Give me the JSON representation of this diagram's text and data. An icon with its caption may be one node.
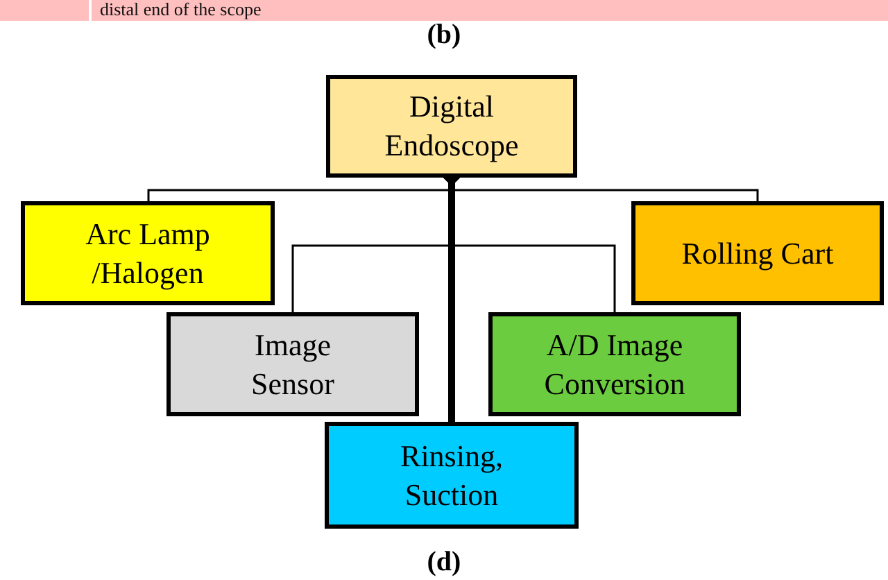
{
  "diagram": {
    "nodes": [
      {
        "text": [
          "Digital Endoscope"
        ]
      },
      {
        "text": [
          "Arc Lamp /Halogen"
        ]
      },
      {
        "text": [
          "Rolling Cart"
        ]
      },
      {
        "text": [
          "Image Sensor"
        ]
      },
      {
        "text": [
          "A/D Image Conversion"
        ]
      },
      {
        "text": [
          "Rinsing, Suction"
        ]
      }
    ],
    "edges": [
      {
        "from": 0,
        "to": 1,
        "arrow": "other"
      },
      {
        "from": 0,
        "to": 2,
        "arrow": "other"
      },
      {
        "from": 0,
        "to": 3,
        "arrow": "other"
      },
      {
        "from": 0,
        "to": 4,
        "arrow": "other"
      },
      {
        "from": 0,
        "to": 5,
        "arrow": "other",
        "style": "thick"
      }
    ],
    "labels": [
      "distal end of the scope",
      "(b)",
      "(d)"
    ]
  }
}
